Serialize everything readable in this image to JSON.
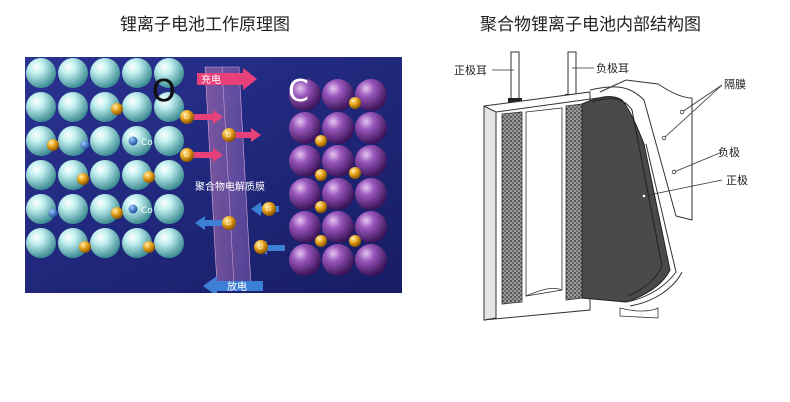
{
  "left_panel": {
    "title": "锂离子电池工作原理图",
    "cathode_letter": "O",
    "anode_letter": "C",
    "charge_label": "充电",
    "discharge_label": "放电",
    "electrolyte_label": "聚合物电解质膜",
    "cobalt_label": "Co",
    "ion_label": "Li",
    "colors": {
      "background": "#232a7e",
      "cathode_sphere": "#8fd6d6",
      "anode_sphere": "#7b3f9e",
      "ion": "#e7a21a",
      "charge_arrow": "#e8417a",
      "discharge_arrow": "#3e7fd6",
      "cobalt": "#2f6fc8"
    }
  },
  "right_panel": {
    "title": "聚合物锂离子电池内部结构图",
    "labels": {
      "positive_tab": "正极耳",
      "negative_tab": "负极耳",
      "separator": "隔膜",
      "negative_electrode": "负极",
      "positive_electrode": "正极"
    }
  }
}
